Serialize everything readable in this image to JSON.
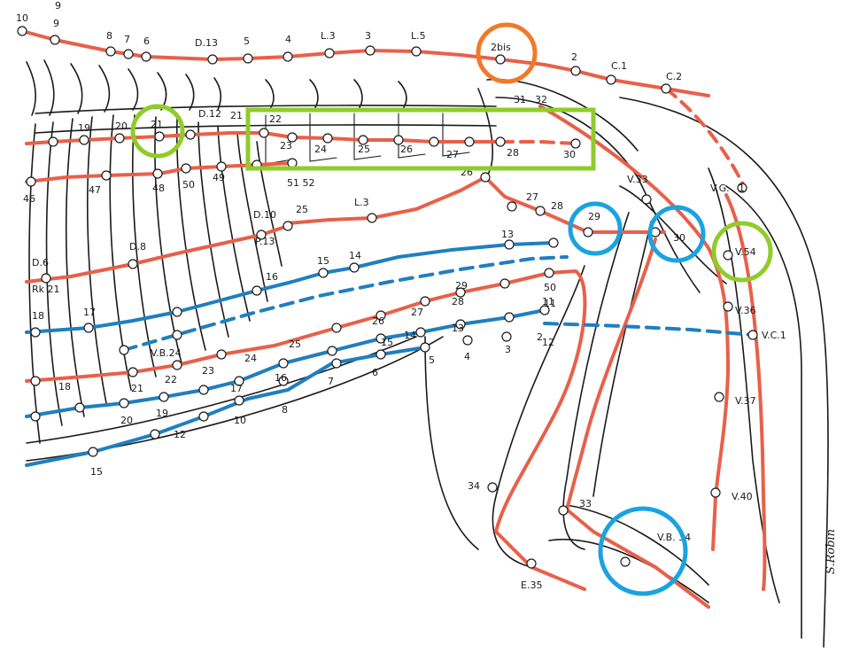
{
  "colors": {
    "bladder_red": "#e8604a",
    "kidney_blue": "#1f7fc0",
    "outline": "#1a1a1a",
    "highlight_orange": "#f07a28",
    "highlight_green": "#8fcc2a",
    "highlight_blue": "#1aa3e0"
  },
  "signature": "S.Robin",
  "labels": {
    "gv": [
      "10",
      "9",
      "8",
      "7",
      "6",
      "D.13",
      "5",
      "4",
      "L.3",
      "3",
      "L.5",
      "2bis",
      "2",
      "C.1",
      "C.2"
    ],
    "bl_inner": [
      "19",
      "20",
      "21",
      "D.12",
      "21",
      "22",
      "23",
      "24",
      "25",
      "26",
      "27",
      "28",
      "30",
      "31",
      "32"
    ],
    "bl_outer": [
      "46",
      "47",
      "48",
      "50",
      "49",
      "51 52",
      "L.3",
      "25",
      "26",
      "27",
      "28",
      "29",
      "30",
      "V.33",
      "V.G.",
      "1",
      "V.54",
      "V.36",
      "V.C.1",
      "V.37",
      "V.40"
    ],
    "flank": [
      "D.10",
      "P.13",
      "D.6",
      "D.8",
      "Rk 21",
      "18",
      "17",
      "16",
      "15",
      "14",
      "13",
      "12",
      "11",
      "50",
      "29",
      "28",
      "27",
      "26",
      "25",
      "24",
      "23",
      "22",
      "21",
      "20",
      "19",
      "18",
      "17",
      "16",
      "15",
      "14",
      "13",
      "12",
      "11",
      "10",
      "9",
      "8",
      "7",
      "6",
      "5",
      "4",
      "3",
      "2",
      "V.B.24",
      "15"
    ],
    "leg": [
      "34",
      "33",
      "E.35",
      "V.B. 34"
    ]
  }
}
